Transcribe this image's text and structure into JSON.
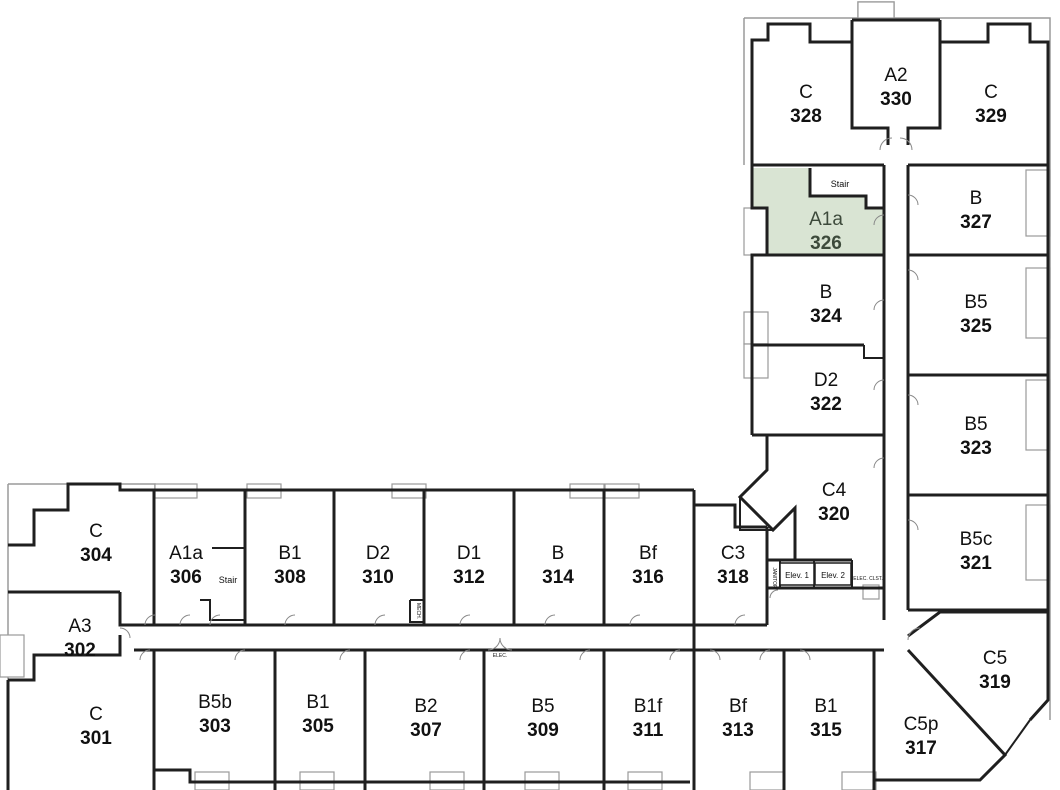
{
  "units": [
    {
      "id": "u328",
      "type": "C",
      "number": "328"
    },
    {
      "id": "u330",
      "type": "A2",
      "number": "330"
    },
    {
      "id": "u329",
      "type": "C",
      "number": "329"
    },
    {
      "id": "u327",
      "type": "B",
      "number": "327"
    },
    {
      "id": "u326",
      "type": "A1a",
      "number": "326",
      "highlighted": true
    },
    {
      "id": "u324",
      "type": "B",
      "number": "324"
    },
    {
      "id": "u325",
      "type": "B5",
      "number": "325"
    },
    {
      "id": "u322",
      "type": "D2",
      "number": "322"
    },
    {
      "id": "u323",
      "type": "B5",
      "number": "323"
    },
    {
      "id": "u320",
      "type": "C4",
      "number": "320"
    },
    {
      "id": "u321",
      "type": "B5c",
      "number": "321"
    },
    {
      "id": "u319",
      "type": "C5",
      "number": "319"
    },
    {
      "id": "u317",
      "type": "C5p",
      "number": "317"
    },
    {
      "id": "u304",
      "type": "C",
      "number": "304"
    },
    {
      "id": "u306",
      "type": "A1a",
      "number": "306"
    },
    {
      "id": "u308",
      "type": "B1",
      "number": "308"
    },
    {
      "id": "u310",
      "type": "D2",
      "number": "310"
    },
    {
      "id": "u312",
      "type": "D1",
      "number": "312"
    },
    {
      "id": "u314",
      "type": "B",
      "number": "314"
    },
    {
      "id": "u316",
      "type": "Bf",
      "number": "316"
    },
    {
      "id": "u318",
      "type": "C3",
      "number": "318"
    },
    {
      "id": "u302",
      "type": "A3",
      "number": "302"
    },
    {
      "id": "u301",
      "type": "C",
      "number": "301"
    },
    {
      "id": "u303",
      "type": "B5b",
      "number": "303"
    },
    {
      "id": "u305",
      "type": "B1",
      "number": "305"
    },
    {
      "id": "u307",
      "type": "B2",
      "number": "307"
    },
    {
      "id": "u309",
      "type": "B5",
      "number": "309"
    },
    {
      "id": "u311",
      "type": "B1f",
      "number": "311"
    },
    {
      "id": "u313",
      "type": "Bf",
      "number": "313"
    },
    {
      "id": "u315",
      "type": "B1",
      "number": "315"
    }
  ],
  "labels": {
    "stair_top": "Stair",
    "stair_left": "Stair",
    "elev1": "Elev. 1",
    "elev2": "Elev. 2",
    "elec_closet": "ELEC. CLST.",
    "elec": "ELEC.",
    "mech": "MECH.",
    "janitor": "JANITOR"
  },
  "colors": {
    "highlight": "#d9e4d3",
    "walls": "#1f1f1f",
    "outline": "#9a9a9a"
  }
}
